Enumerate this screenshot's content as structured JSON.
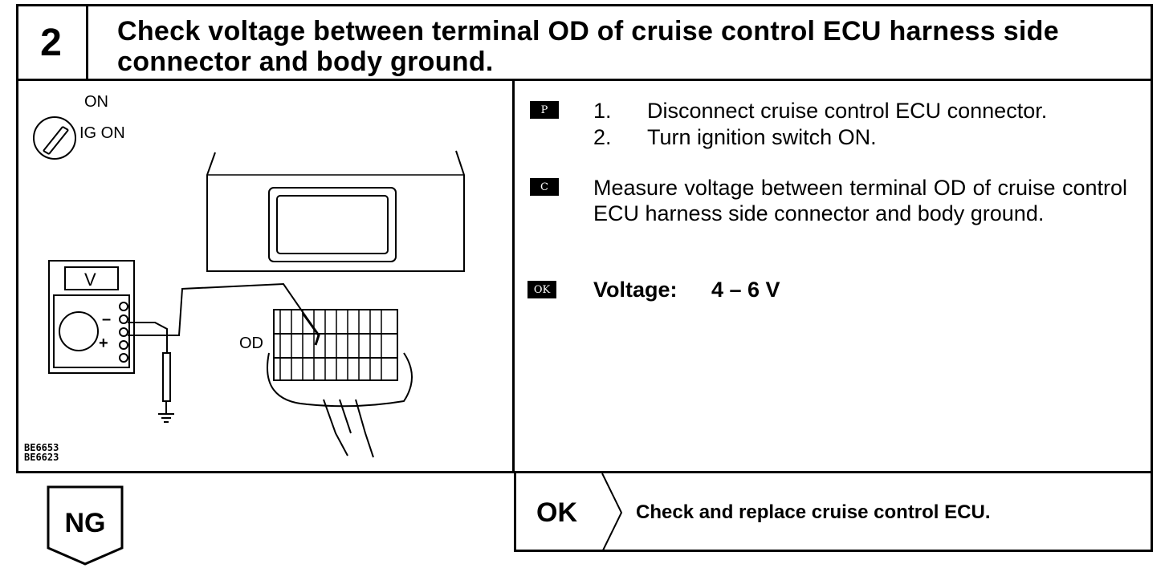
{
  "step_number": "2",
  "title": "Check voltage between terminal OD of cruise control ECU harness side connector and body ground.",
  "diagram": {
    "switch_on_label": "ON",
    "switch_ig_label": "IG ON",
    "meter_display": "V",
    "meter_minus": "–",
    "meter_plus": "+",
    "terminal_label": "OD",
    "figure_codes": [
      "BE6653",
      "BE6623"
    ]
  },
  "procedure": {
    "badge": "P",
    "steps": [
      {
        "num": "1.",
        "text": "Disconnect cruise control ECU connector."
      },
      {
        "num": "2.",
        "text": "Turn ignition switch ON."
      }
    ]
  },
  "check": {
    "badge": "C",
    "text": "Measure voltage between terminal OD of cruise control ECU harness side connector and body ground."
  },
  "ok_spec": {
    "badge": "OK",
    "label": "Voltage:",
    "value": "4 – 6 V"
  },
  "result_ok": {
    "label": "OK",
    "action": "Check and replace cruise control ECU."
  },
  "result_ng": {
    "label": "NG"
  }
}
